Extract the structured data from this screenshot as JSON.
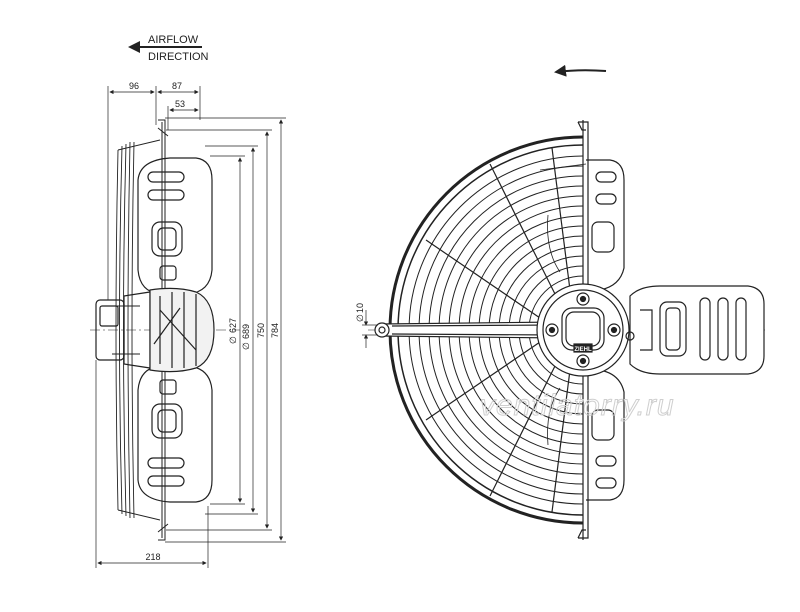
{
  "labels": {
    "airflow_line1": "AIRFLOW",
    "airflow_line2": "DIRECTION"
  },
  "dimensions": {
    "d96": "96",
    "d87": "87",
    "d53": "53",
    "d218": "218",
    "d627": "627",
    "d689": "689",
    "d750": "750",
    "d784": "784",
    "d10": "10",
    "diameter_symbol": "∅"
  },
  "badge": "ZIEHL",
  "watermark": "ventilatorry.ru",
  "colors": {
    "line": "#222222",
    "watermark": "#cfcfcf"
  }
}
